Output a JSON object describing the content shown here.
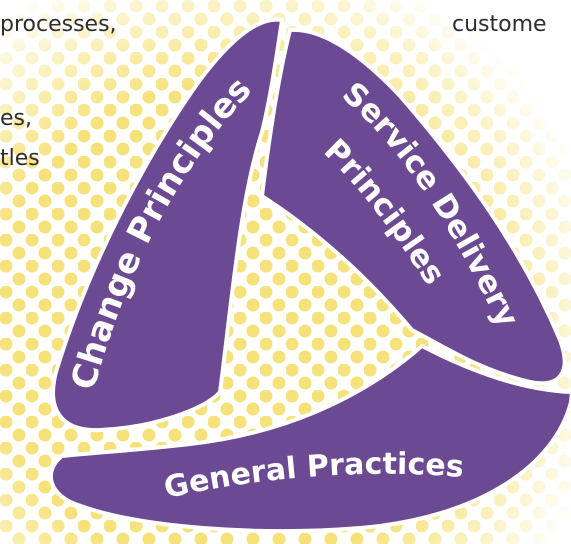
{
  "background_snippets": [
    "processes,",
    "es,",
    "tles",
    "custome"
  ],
  "segments": {
    "left": {
      "label": "Change Principles"
    },
    "right": {
      "label_line1": "Service Delivery",
      "label_line2": "Principles"
    },
    "bottom": {
      "label": "General Practices"
    }
  },
  "colors": {
    "segment_fill": "#6b4a93",
    "segment_outline": "#ffffff",
    "dots": "#f6e27a",
    "text": "#2e2e2e",
    "label": "#ffffff"
  }
}
